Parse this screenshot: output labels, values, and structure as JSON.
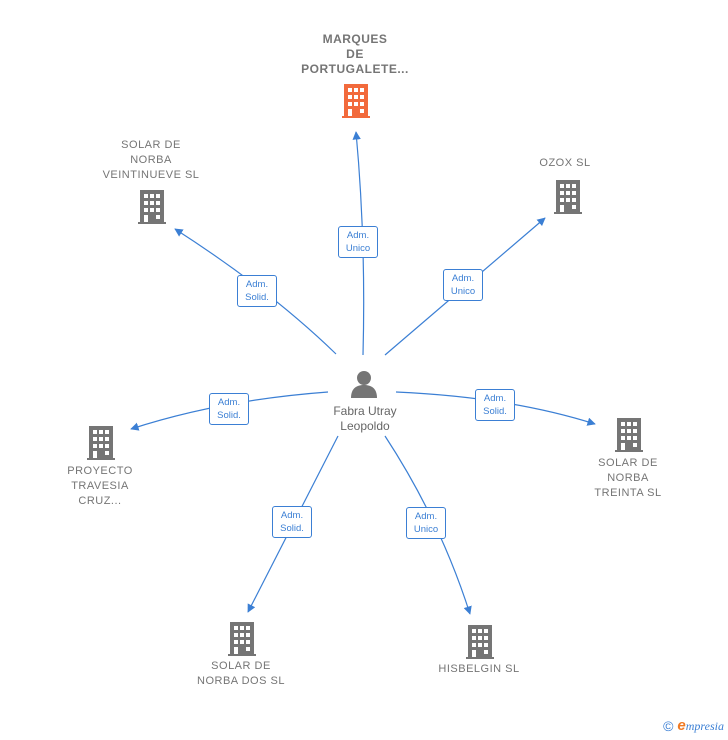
{
  "center": {
    "name_line1": "Fabra Utray",
    "name_line2": "Leopoldo"
  },
  "nodes": [
    {
      "id": "marques",
      "lines": [
        "MARQUES",
        "DE",
        "PORTUGALETE..."
      ],
      "color": "#f26a3c",
      "highlight": true
    },
    {
      "id": "solar-veintinueve",
      "lines": [
        "SOLAR DE",
        "NORBA",
        "VEINTINUEVE SL"
      ],
      "color": "#757575"
    },
    {
      "id": "ozox",
      "lines": [
        "OZOX  SL"
      ],
      "color": "#757575"
    },
    {
      "id": "proyecto",
      "lines": [
        "PROYECTO",
        "TRAVESIA",
        "CRUZ..."
      ],
      "color": "#757575"
    },
    {
      "id": "solar-treinta",
      "lines": [
        "SOLAR DE",
        "NORBA",
        "TREINTA SL"
      ],
      "color": "#757575"
    },
    {
      "id": "solar-dos",
      "lines": [
        "SOLAR DE",
        "NORBA DOS SL"
      ],
      "color": "#757575"
    },
    {
      "id": "hisbelgin",
      "lines": [
        "HISBELGIN SL"
      ],
      "color": "#757575"
    }
  ],
  "edges": [
    {
      "to": "marques",
      "role_line1": "Adm.",
      "role_line2": "Unico"
    },
    {
      "to": "solar-veintinueve",
      "role_line1": "Adm.",
      "role_line2": "Solid."
    },
    {
      "to": "ozox",
      "role_line1": "Adm.",
      "role_line2": "Unico"
    },
    {
      "to": "proyecto",
      "role_line1": "Adm.",
      "role_line2": "Solid."
    },
    {
      "to": "solar-treinta",
      "role_line1": "Adm.",
      "role_line2": "Solid."
    },
    {
      "to": "solar-dos",
      "role_line1": "Adm.",
      "role_line2": "Solid."
    },
    {
      "to": "hisbelgin",
      "role_line1": "Adm.",
      "role_line2": "Unico"
    }
  ],
  "footer": {
    "copyright_symbol": "©",
    "brand_initial": "e",
    "brand_rest": "mpresia"
  },
  "colors": {
    "edge": "#3b7fd4",
    "building_default": "#757575",
    "building_highlight": "#f26a3c",
    "person": "#757575"
  }
}
